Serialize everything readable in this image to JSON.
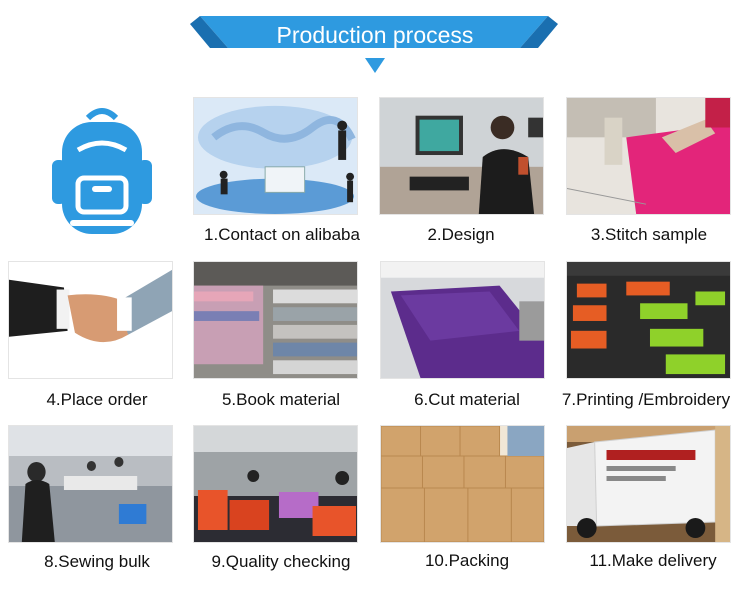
{
  "header": {
    "title": "Production process"
  },
  "colors": {
    "accent": "#2e9ae0",
    "accent_dark": "#1a6fb0"
  },
  "logo": {
    "icon": "backpack-icon"
  },
  "steps": [
    {
      "label": "1.Contact on alibaba",
      "photo": "business-people-world-map-photo"
    },
    {
      "label": "2.Design",
      "photo": "designer-at-computer-photo"
    },
    {
      "label": "3.Stitch sample",
      "photo": "sewing-machine-photo"
    },
    {
      "label": "4.Place order",
      "photo": "handshake-photo"
    },
    {
      "label": "5.Book material",
      "photo": "fabric-rolls-photo"
    },
    {
      "label": "6.Cut material",
      "photo": "fabric-cutting-table-photo"
    },
    {
      "label": "7.Printing /Embroidery",
      "photo": "printing-screens-photo"
    },
    {
      "label": "8.Sewing bulk",
      "photo": "sewing-workshop-photo"
    },
    {
      "label": "9.Quality checking",
      "photo": "quality-check-photo"
    },
    {
      "label": "10.Packing",
      "photo": "carton-boxes-photo"
    },
    {
      "label": "11.Make delivery",
      "photo": "delivery-truck-photo"
    }
  ]
}
